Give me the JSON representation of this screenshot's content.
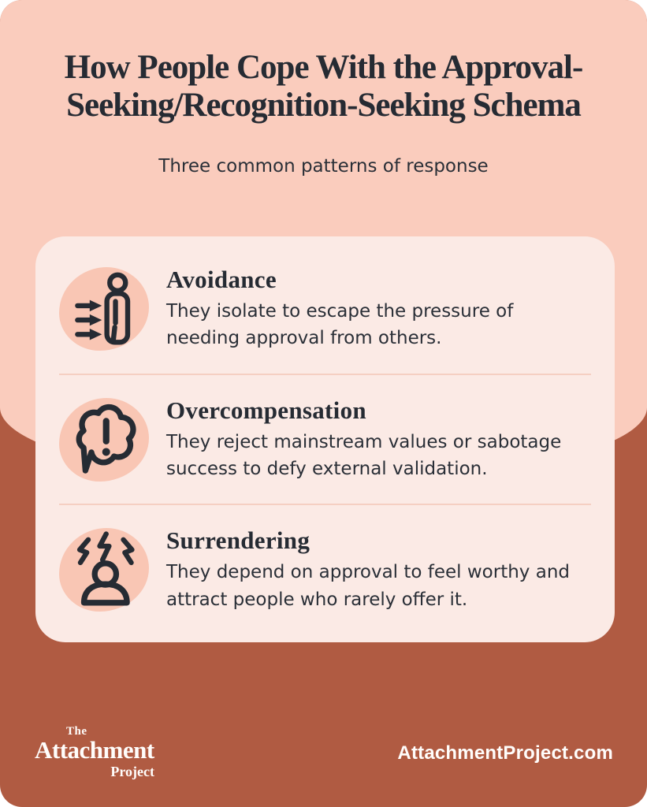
{
  "header": {
    "title_line1": "How People Cope With the Approval-",
    "title_line2": "Seeking/Recognition-Seeking Schema",
    "subtitle": "Three common patterns of response"
  },
  "patterns": [
    {
      "name": "Avoidance",
      "description": "They isolate to escape the pressure of needing approval from others.",
      "icon": "person-arrows-icon"
    },
    {
      "name": "Overcompensation",
      "description": "They reject mainstream values or sabotage success to defy external validation.",
      "icon": "thought-cloud-exclamation-icon"
    },
    {
      "name": "Surrendering",
      "description": "They depend on approval to feel worthy and attract people who rarely offer it.",
      "icon": "stressed-person-icon"
    }
  ],
  "footer": {
    "logo_the": "The",
    "logo_attachment": "Attachment",
    "logo_project": "Project",
    "website": "AttachmentProject.com"
  },
  "colors": {
    "pink_background": "#FACCBD",
    "terracotta_background": "#B05B42",
    "card_background": "#FBEAE5",
    "icon_blob": "#F9C6B4",
    "ink": "#262B33",
    "divider": "#F5CFC2",
    "footer_text": "#FFFDFB"
  }
}
